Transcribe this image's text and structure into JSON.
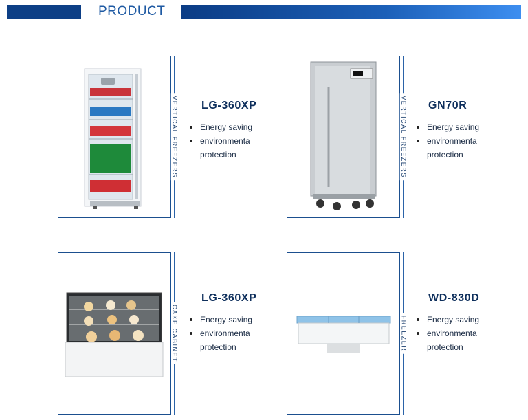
{
  "header": {
    "title": "PRODUCT"
  },
  "products": [
    {
      "category": "Vertical freezers",
      "model": "LG-360XP",
      "features": [
        "Energy saving",
        "environmenta",
        "protection"
      ]
    },
    {
      "category": "Vertical freezers",
      "model": "GN70R",
      "features": [
        "Energy saving",
        "environmenta",
        "protection"
      ]
    },
    {
      "category": "Cake cabinet",
      "model": "LG-360XP",
      "features": [
        "Energy saving",
        "environmenta",
        "protection"
      ]
    },
    {
      "category": "Freezer",
      "model": "WD-830D",
      "features": [
        "Energy saving",
        "environmenta",
        "protection"
      ]
    }
  ],
  "colors": {
    "brand_dark": "#0d3f86",
    "brand_light": "#3d8ef0",
    "model_text": "#0e2f5c"
  }
}
